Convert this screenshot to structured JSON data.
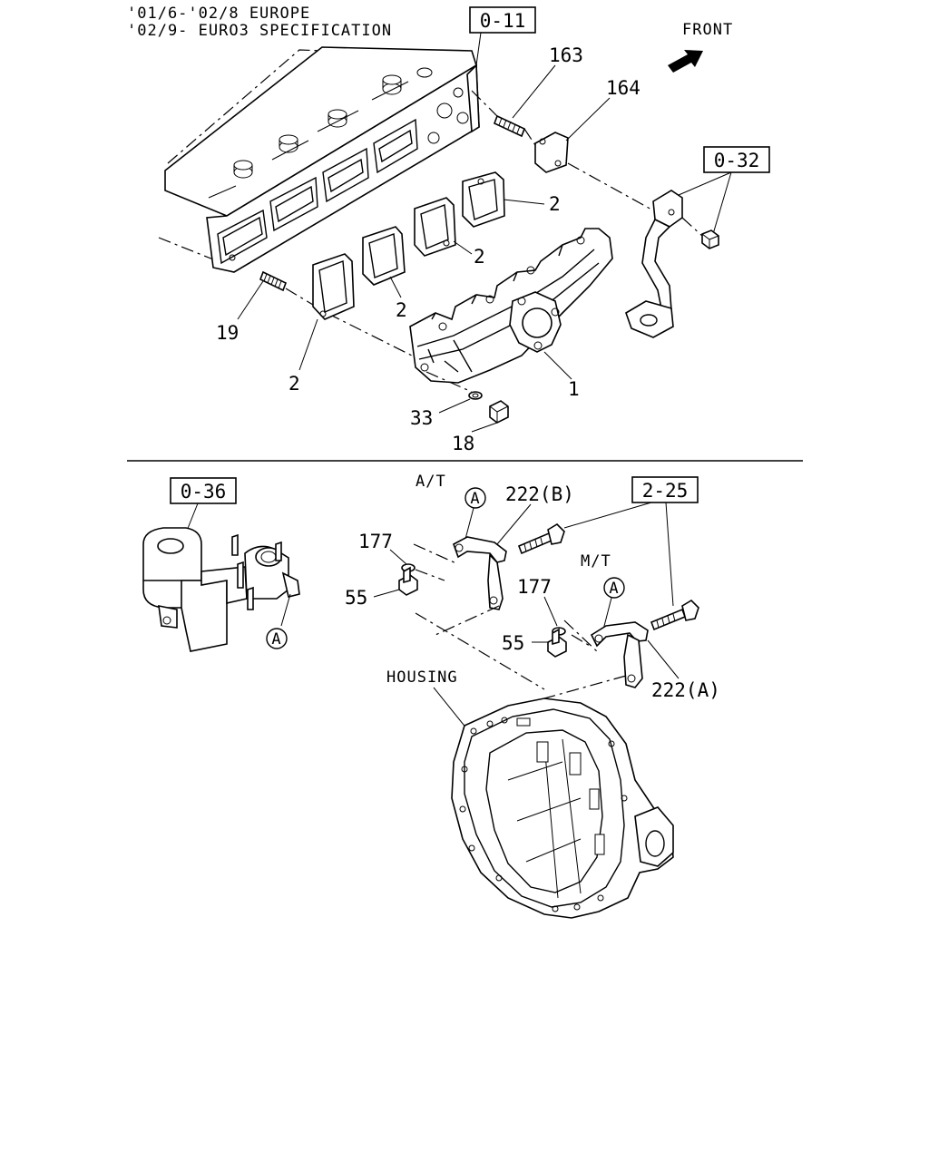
{
  "notes": {
    "line1": "'01/6-'02/8 EUROPE",
    "line2": "'02/9- EURO3 SPECIFICATION"
  },
  "front_label": "FRONT",
  "section_labels": {
    "automatic": "A/T",
    "manual": "M/T",
    "housing": "HOUSING"
  },
  "ref_boxes": {
    "r011": "0-11",
    "r032": "0-32",
    "r036": "0-36",
    "r225": "2-25"
  },
  "callout_marker": "A",
  "part_numbers": {
    "p1": "1",
    "p2": "2",
    "p18": "18",
    "p19": "19",
    "p33": "33",
    "p55": "55",
    "p163": "163",
    "p164": "164",
    "p177": "177",
    "p222a": "222(A)",
    "p222b": "222(B)"
  }
}
